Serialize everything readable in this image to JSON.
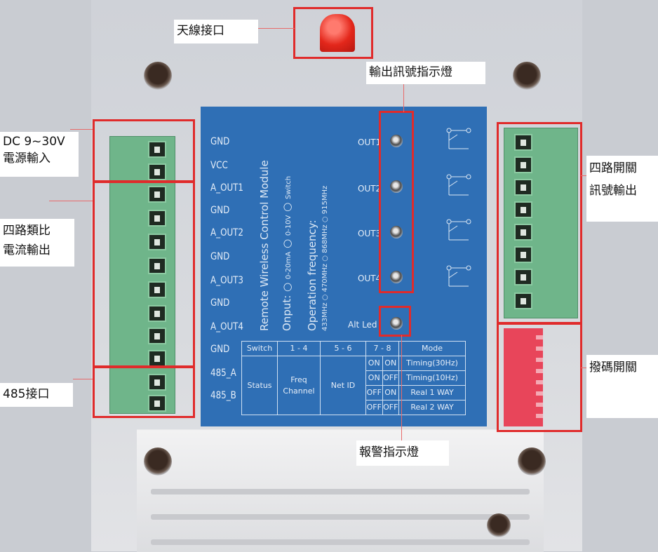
{
  "annotations": {
    "antenna": "天線接口",
    "output_indicator": "輸出訊號指示燈",
    "dc_power_line1": "DC 9~30V",
    "dc_power_line2": "電源輸入",
    "analog_line1": "四路類比",
    "analog_line2": "電流輸出",
    "rs485": "485接口",
    "switch_out_line1": "四路開關",
    "switch_out_line2": "訊號輸出",
    "dip_switch": "撥碼開關",
    "alarm_indicator": "報警指示燈"
  },
  "panel": {
    "pins": [
      "GND",
      "VCC",
      "A_OUT1",
      "GND",
      "A_OUT2",
      "GND",
      "A_OUT3",
      "GND",
      "A_OUT4",
      "GND",
      "485_A",
      "485_B"
    ],
    "module_title": "Remote Wireless Control Module",
    "onput_label": "Onput:",
    "onput_opt1": "0-20mA",
    "onput_opt2": "0-10V",
    "onput_opt3": "Switch",
    "freq_label": "Operation frequency:",
    "freq_opts": [
      "433MHz",
      "470MHz",
      "868MHz",
      "915MHz"
    ],
    "outputs": [
      "OUT1",
      "OUT2",
      "OUT3",
      "OUT4"
    ],
    "alt_led": "Alt Led",
    "table": {
      "header": [
        "Switch",
        "1 - 4",
        "5 - 6",
        "7 - 8",
        "Mode"
      ],
      "status": "Status",
      "freq": "Freq",
      "channel": "Channel",
      "net_id": "Net ID",
      "rows": [
        [
          "ON",
          "ON",
          "Timing(30Hz)"
        ],
        [
          "ON",
          "OFF",
          "Timing(10Hz)"
        ],
        [
          "OFF",
          "ON",
          "Real 1 WAY"
        ],
        [
          "OFF",
          "OFF",
          "Real 2 WAY"
        ]
      ]
    }
  },
  "colors": {
    "highlight": "#e02b2b",
    "panel": "#2f6fb5",
    "terminal": "#6fb58a"
  }
}
